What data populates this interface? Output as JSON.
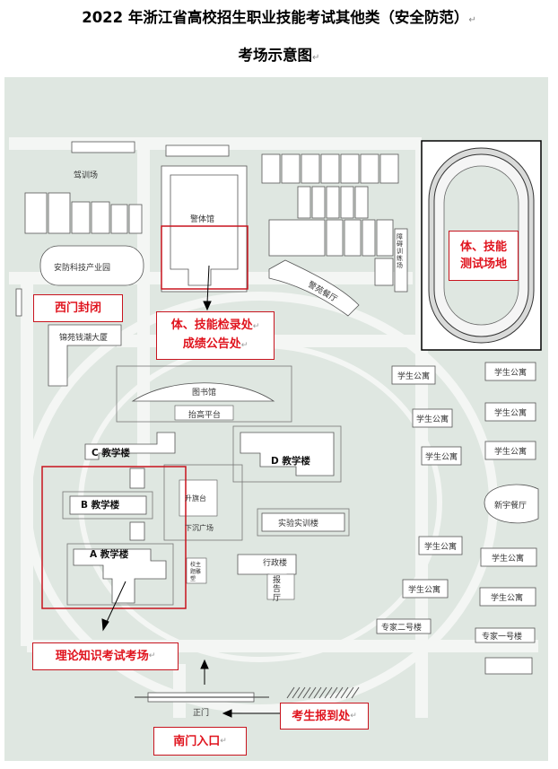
{
  "title": {
    "line1": "2022 年浙江省高校招生职业技能考试其他类（安全防范）",
    "line2": "考场示意图"
  },
  "map_labels": {
    "driving_range": "驾训场",
    "gym": "警体馆",
    "anfang_park": "安防科技产业园",
    "jinyuan_building": "锦苑钱潮大厦",
    "jingyuan_canteen": "警苑餐厅",
    "tactical_field": "障碍训练场",
    "library": "图书馆",
    "platform": "抬高平台",
    "building_c": "C 教学楼",
    "building_d": "D 教学楼",
    "building_b": "B 教学楼",
    "building_a": "A 教学楼",
    "flag_platform": "升旗台",
    "sunken_plaza": "下沉广场",
    "lab_building": "实验实训楼",
    "admin_building": "行政楼",
    "report_hall": "报告厅",
    "expert_building_2": "专家二号楼",
    "expert_building_1": "专家一号楼",
    "xinyu_canteen": "新宇餐厅",
    "dorm": "学生公寓",
    "south_gate": "正门",
    "small_bldg": "校主题雕塑"
  },
  "annotations": {
    "west_gate_closed": "西门封闭",
    "skill_check": "体、技能检录处",
    "score_notice": "成绩公告处",
    "sports_field": "体、技能",
    "sports_field2": "测试场地",
    "theory_exam": "理论知识考试考场",
    "registration": "考生报到处",
    "south_entrance": "南门入口"
  },
  "colors": {
    "annotation_red": "#e0141e",
    "map_bg": "#dfe7e1",
    "road": "#f4f6f4",
    "building": "#ffffff"
  }
}
